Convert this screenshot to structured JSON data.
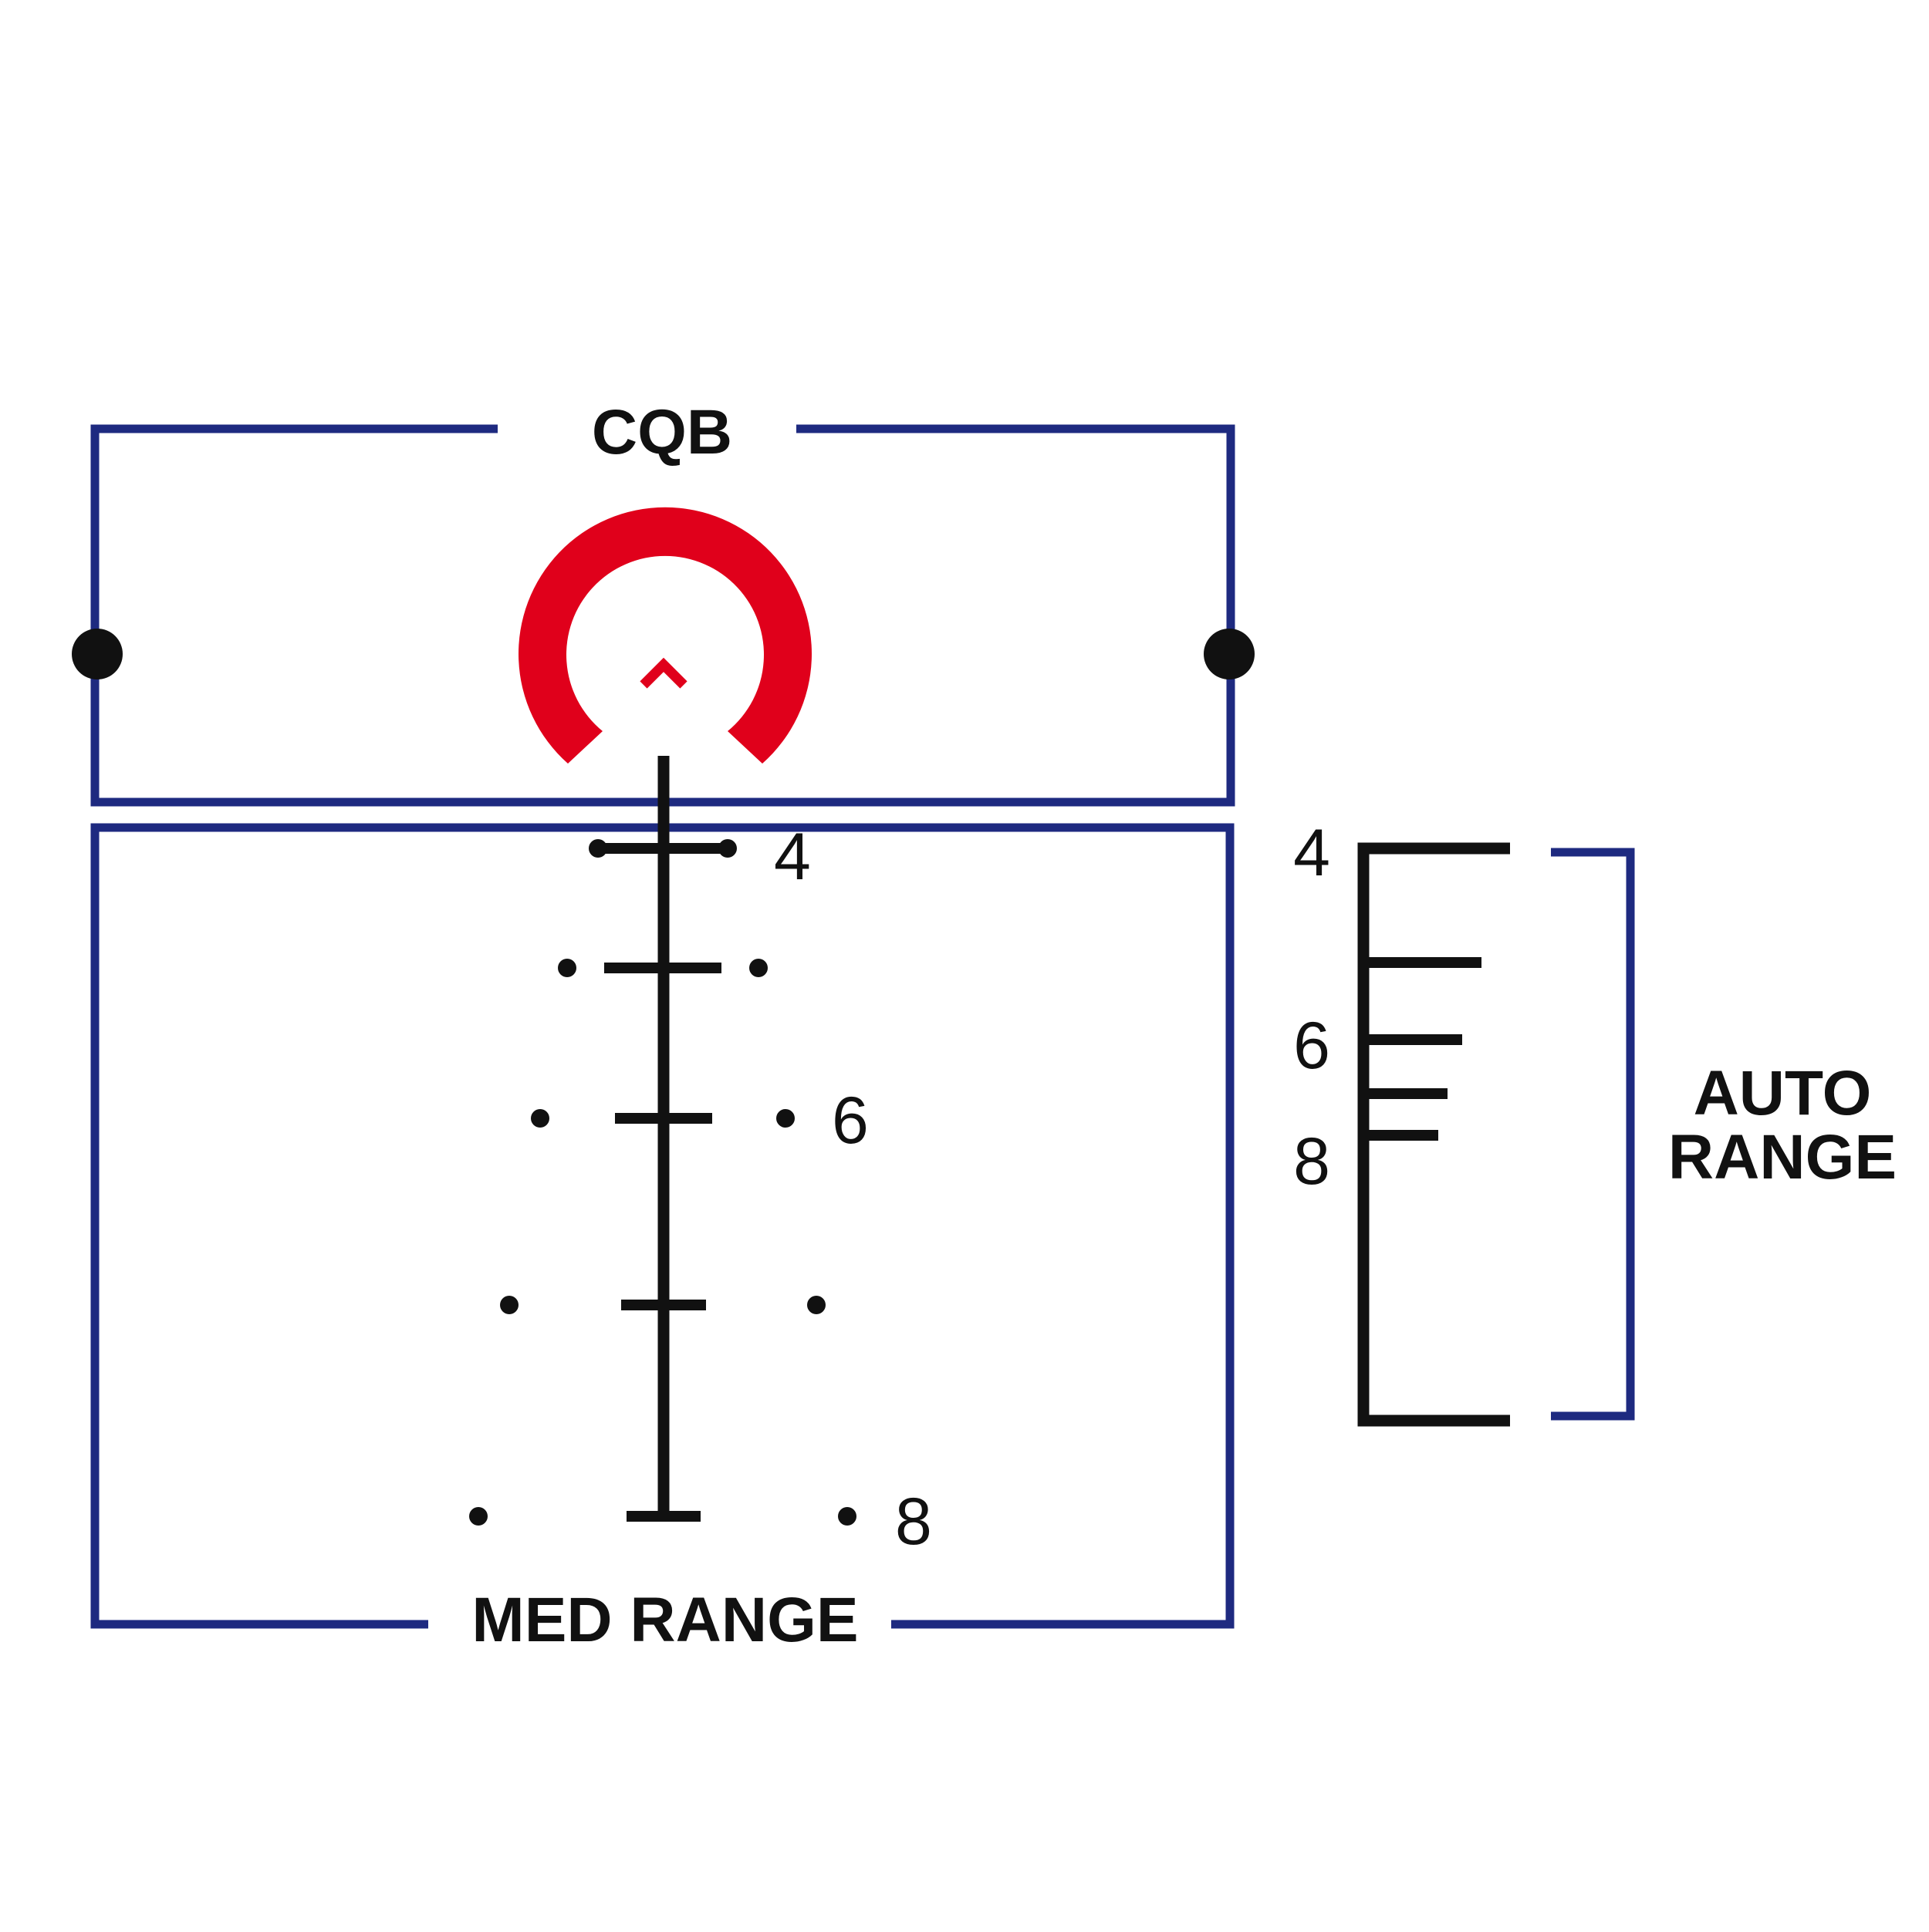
{
  "colors": {
    "frame": "#1e2a80",
    "reticle": "#111111",
    "chevron_ring": "#e0001b",
    "background": "#ffffff"
  },
  "labels": {
    "cqb": "CQB",
    "med_range": "MED RANGE",
    "auto_range_line1": "AUTO",
    "auto_range_line2": "RANGE"
  },
  "reticle_marks": {
    "mark_4": "4",
    "mark_6": "6",
    "mark_8": "8"
  },
  "auto_range_scale": {
    "mark_4": "4",
    "mark_6": "6",
    "mark_8": "8"
  }
}
